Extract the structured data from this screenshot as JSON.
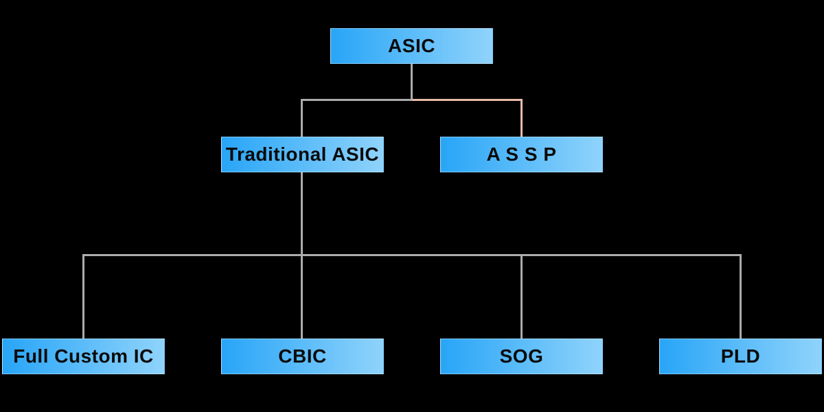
{
  "diagram": {
    "type": "tree",
    "nodes": {
      "root": {
        "id": "asic",
        "label": "ASIC"
      },
      "children": [
        {
          "id": "traditional-asic",
          "label": "Traditional ASIC"
        },
        {
          "id": "assp",
          "label": "A S S P"
        }
      ],
      "grandchildren": [
        {
          "id": "full-custom-ic",
          "label": "Full Custom IC"
        },
        {
          "id": "cbic",
          "label": "CBIC"
        },
        {
          "id": "sog",
          "label": "SOG"
        },
        {
          "id": "pld",
          "label": "PLD"
        }
      ]
    },
    "edges": [
      {
        "from": "asic",
        "to": "traditional-asic",
        "color_role": "primary"
      },
      {
        "from": "asic",
        "to": "assp",
        "color_role": "accent"
      },
      {
        "from": "traditional-asic",
        "to": "full-custom-ic",
        "color_role": "primary"
      },
      {
        "from": "traditional-asic",
        "to": "cbic",
        "color_role": "primary"
      },
      {
        "from": "traditional-asic",
        "to": "sog",
        "color_role": "primary"
      },
      {
        "from": "traditional-asic",
        "to": "pld",
        "color_role": "primary"
      }
    ],
    "colors": {
      "background": "#000000",
      "node_gradient_left": "#28A5F7",
      "node_gradient_right": "#8FD3FB",
      "connector_primary": "#ABACAC",
      "connector_accent": "#E8BBA8",
      "label_text": "#0A0A0A"
    }
  }
}
